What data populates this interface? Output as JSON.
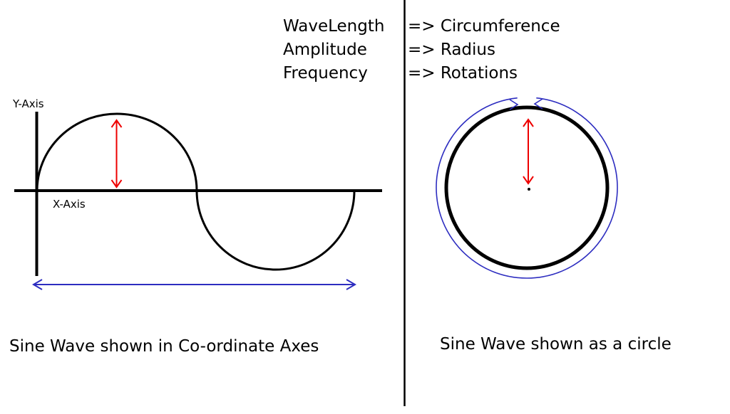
{
  "legend": {
    "rows": [
      {
        "term": "WaveLength",
        "mapping": "=> Circumference"
      },
      {
        "term": "Amplitude",
        "mapping": "=> Radius"
      },
      {
        "term": "Frequency",
        "mapping": "=> Rotations"
      }
    ]
  },
  "left_panel": {
    "y_axis_label": "Y-Axis",
    "x_axis_label": "X-Axis",
    "caption": "Sine Wave shown in Co-ordinate Axes"
  },
  "right_panel": {
    "caption": "Sine Wave shown as a circle"
  },
  "colors": {
    "diagram_stroke": "#000000",
    "amplitude_arrow": "#ee0000",
    "radius_arrow": "#ee0000",
    "wavelength_arrow": "#2d2dc0",
    "rotation_indicator": "#2d2dc0"
  }
}
